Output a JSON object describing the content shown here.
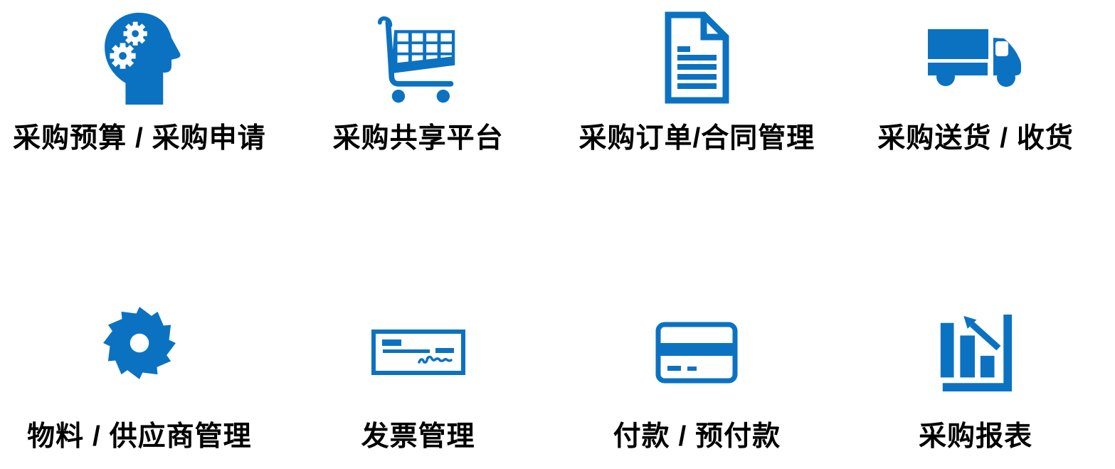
{
  "page": {
    "background_color": "#ffffff",
    "band_color": "#ffffff",
    "accent_color": "#0b72c2",
    "text_color": "#000000"
  },
  "modules": [
    {
      "label": "采购预算 / 采购申请",
      "icon": "head-gears-icon"
    },
    {
      "label": "采购共享平台",
      "icon": "shopping-cart-icon"
    },
    {
      "label": "采购订单/合同管理",
      "icon": "document-icon"
    },
    {
      "label": "采购送货 / 收货",
      "icon": "delivery-truck-icon"
    },
    {
      "label": "物料 / 供应商管理",
      "icon": "saw-blade-icon"
    },
    {
      "label": "发票管理",
      "icon": "bank-check-icon"
    },
    {
      "label": "付款 / 预付款",
      "icon": "credit-card-icon"
    },
    {
      "label": "采购报表",
      "icon": "bar-chart-icon"
    }
  ]
}
